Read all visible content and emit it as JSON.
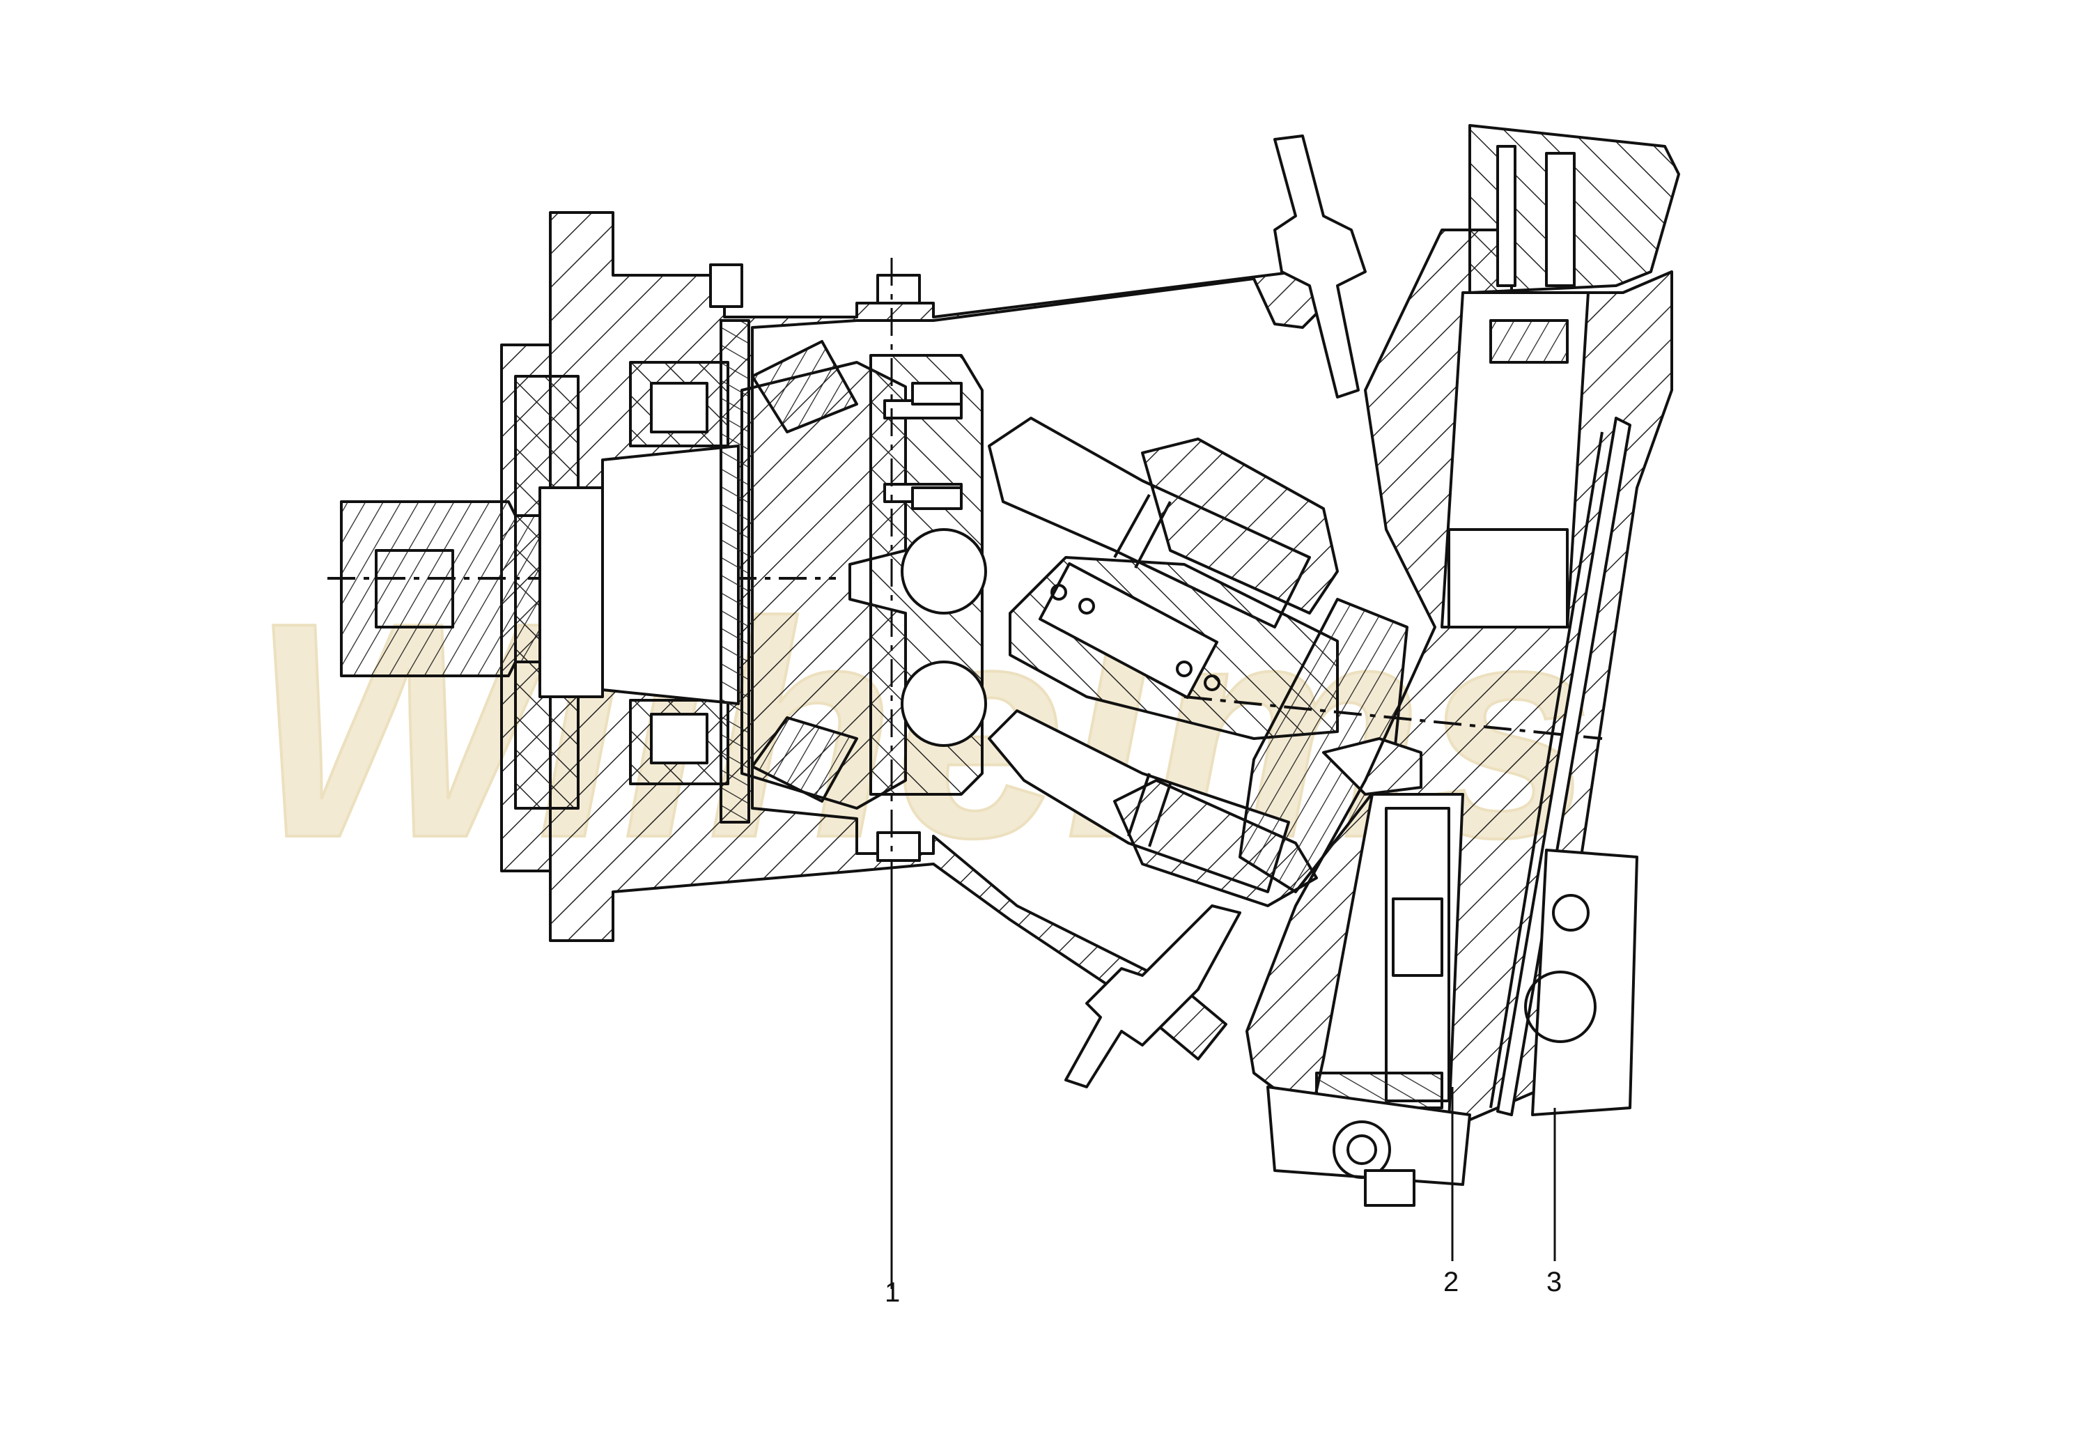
{
  "watermark": {
    "text": "Wilhelms",
    "color": "#f4ecd6"
  },
  "callouts": [
    {
      "label": "1"
    },
    {
      "label": "2"
    },
    {
      "label": "3"
    }
  ],
  "colors": {
    "line": "#111111",
    "background": "#ffffff",
    "hatch": "#222222"
  }
}
